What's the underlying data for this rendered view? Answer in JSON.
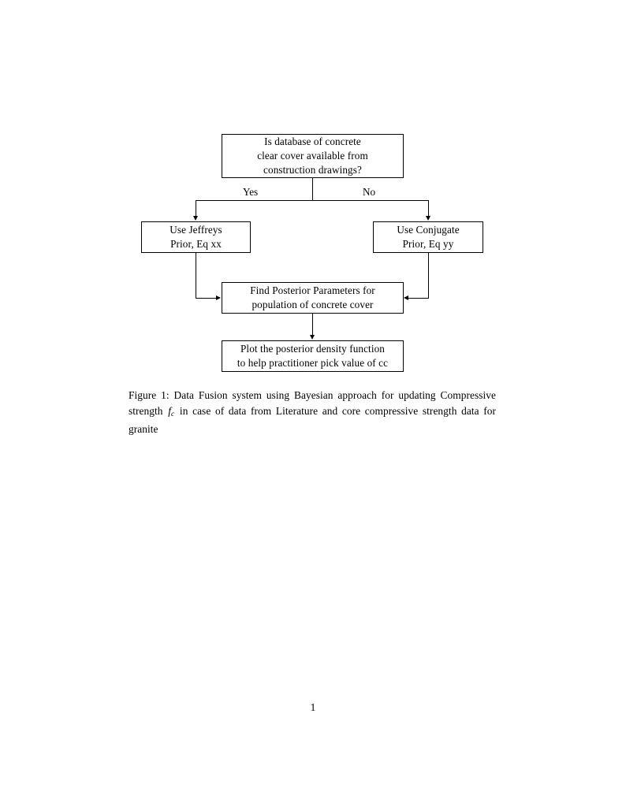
{
  "document": {
    "page_number": "1"
  },
  "figure": {
    "nodes": {
      "decision": {
        "name": "decision-question",
        "lines": [
          "Is database of concrete",
          "clear cover available from",
          "construction drawings?"
        ]
      },
      "jeffreys": {
        "name": "use-jeffreys-prior",
        "lines": [
          "Use Jeffreys",
          "Prior, Eq xx"
        ]
      },
      "conjugate": {
        "name": "use-conjugate-prior",
        "lines": [
          "Use Conjugate",
          "Prior, Eq yy"
        ]
      },
      "posterior": {
        "name": "find-posterior-parameters",
        "lines": [
          "Find Posterior Parameters for",
          "population of concrete cover"
        ]
      },
      "plot": {
        "name": "plot-posterior-density",
        "lines": [
          "Plot the posterior density function",
          "to help practitioner pick value of cc"
        ]
      }
    },
    "branches": {
      "yes_label": "Yes",
      "no_label": "No"
    },
    "line_color": "#000000"
  },
  "caption": {
    "label": "Figure 1:",
    "text_part_1": "Data Fusion system using Bayesian approach for updating Compressive strength",
    "symbol": "f",
    "symbol_subscript": "c",
    "text_part_2": "in case of data from Literature and core compressive strength data for granite"
  }
}
